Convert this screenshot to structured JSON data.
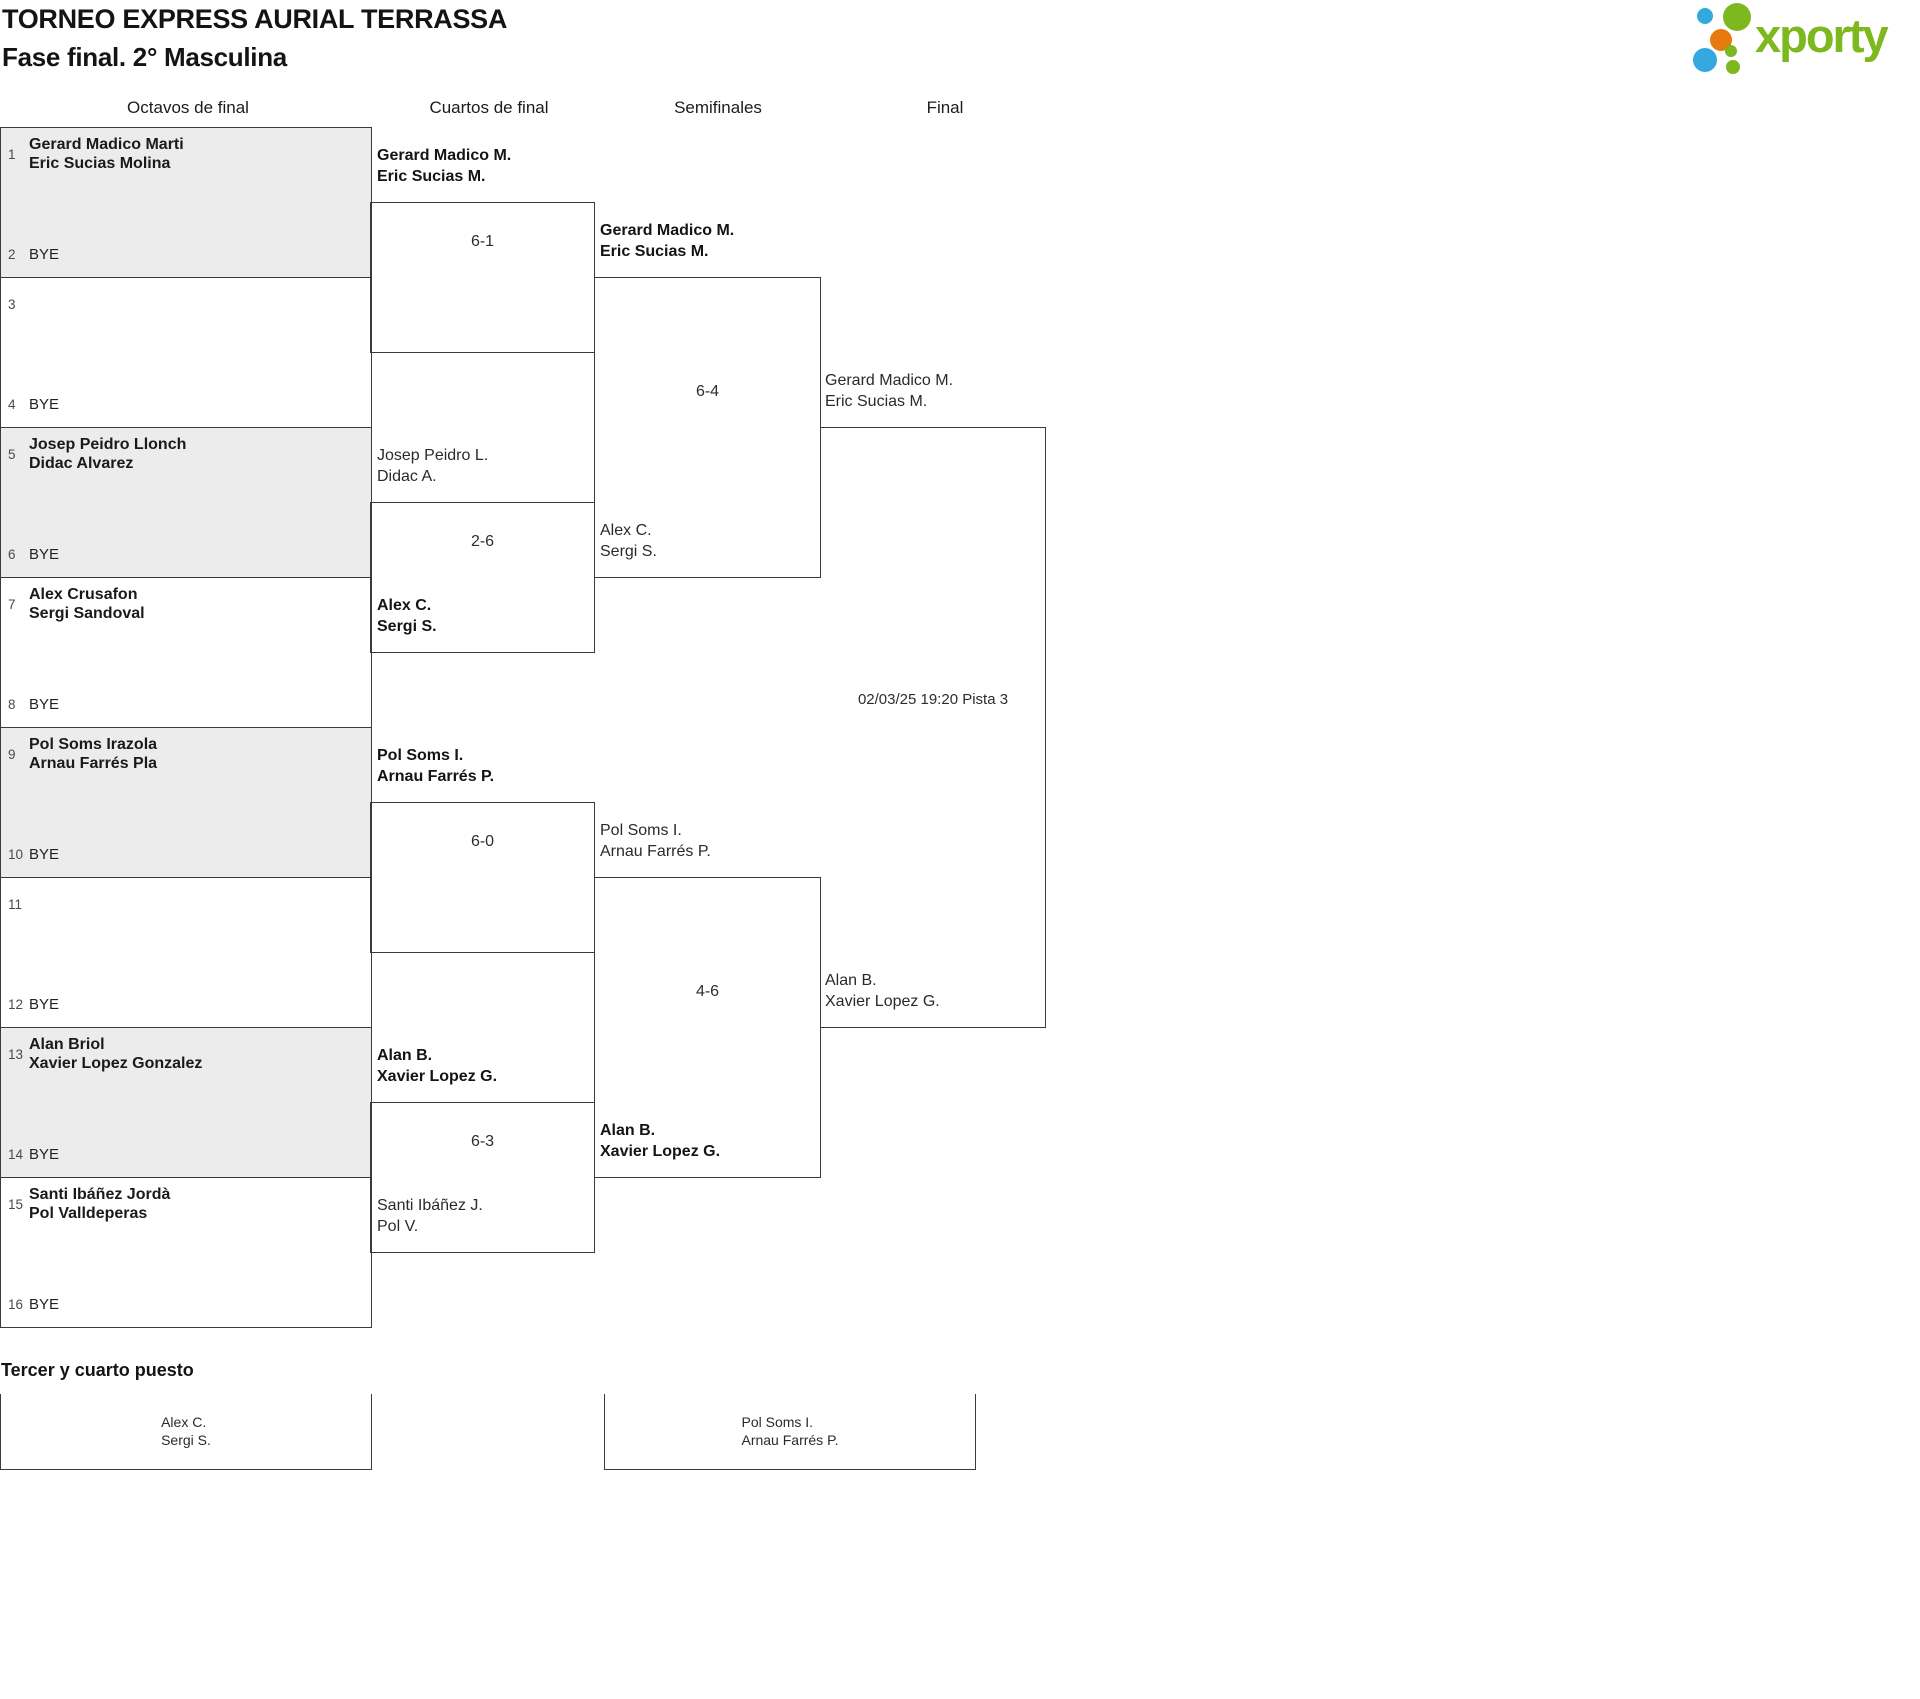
{
  "header": {
    "title": "TORNEO EXPRESS AURIAL TERRASSA",
    "subtitle": "Fase final. 2° Masculina",
    "logo_text": "xporty"
  },
  "round_headers": [
    "Octavos de final",
    "Cuartos de final",
    "Semifinales",
    "Final"
  ],
  "octavos": [
    {
      "seed_top": "1",
      "team_top": [
        "Gerard Madico Marti",
        "Eric Sucias Molina"
      ],
      "seed_bottom": "2",
      "bottom_label": "BYE"
    },
    {
      "seed_top": "3",
      "seed_bottom": "4",
      "bottom_label": "BYE"
    },
    {
      "seed_top": "5",
      "team_top": [
        "Josep Peidro Llonch",
        "Didac Alvarez"
      ],
      "seed_bottom": "6",
      "bottom_label": "BYE"
    },
    {
      "seed_top": "7",
      "team_top": [
        "Alex Crusafon",
        "Sergi Sandoval"
      ],
      "seed_bottom": "8",
      "bottom_label": "BYE"
    },
    {
      "seed_top": "9",
      "team_top": [
        "Pol Soms Irazola",
        "Arnau Farrés Pla"
      ],
      "seed_bottom": "10",
      "bottom_label": "BYE"
    },
    {
      "seed_top": "11",
      "seed_bottom": "12",
      "bottom_label": "BYE"
    },
    {
      "seed_top": "13",
      "team_top": [
        "Alan Briol",
        "Xavier Lopez Gonzalez"
      ],
      "seed_bottom": "14",
      "bottom_label": "BYE"
    },
    {
      "seed_top": "15",
      "team_top": [
        "Santi Ibáñez Jordà",
        "Pol Valldeperas"
      ],
      "seed_bottom": "16",
      "bottom_label": "BYE"
    }
  ],
  "cuartos": [
    {
      "score": "6-1",
      "feed_top": [
        "Gerard Madico M.",
        "Eric Sucias M."
      ]
    },
    {
      "score": "2-6",
      "feed_top": [
        "Josep Peidro L.",
        "Didac A."
      ],
      "feed_bottom": [
        "Alex C.",
        "Sergi S."
      ]
    },
    {
      "score": "6-0",
      "feed_top": [
        "Pol Soms I.",
        "Arnau Farrés P."
      ]
    },
    {
      "score": "6-3",
      "feed_top": [
        "Alan B.",
        "Xavier Lopez G."
      ],
      "feed_bottom": [
        "Santi Ibáñez J.",
        "Pol V."
      ]
    }
  ],
  "semifinales": [
    {
      "score": "6-4",
      "feed_top": [
        "Gerard Madico M.",
        "Eric Sucias M."
      ],
      "feed_bottom": [
        "Alex C.",
        "Sergi S."
      ]
    },
    {
      "score": "4-6",
      "feed_top": [
        "Pol Soms I.",
        "Arnau Farrés P."
      ],
      "feed_bottom": [
        "Alan B.",
        "Xavier Lopez G."
      ]
    }
  ],
  "final": {
    "schedule": "02/03/25 19:20 Pista 3",
    "feed_top": [
      "Gerard Madico M.",
      "Eric Sucias M."
    ],
    "feed_bottom": [
      "Alan B.",
      "Xavier Lopez G."
    ]
  },
  "third_place": {
    "title": "Tercer y cuarto puesto",
    "left_team": [
      "Alex C.",
      "Sergi S."
    ],
    "right_team": [
      "Pol Soms I.",
      "Arnau Farrés P."
    ]
  },
  "colors": {
    "brand_green": "#7cb81e",
    "brand_blue": "#35a8e0",
    "brand_orange": "#e8790d",
    "shaded_box": "#ececec",
    "line": "#3a3a3a"
  }
}
